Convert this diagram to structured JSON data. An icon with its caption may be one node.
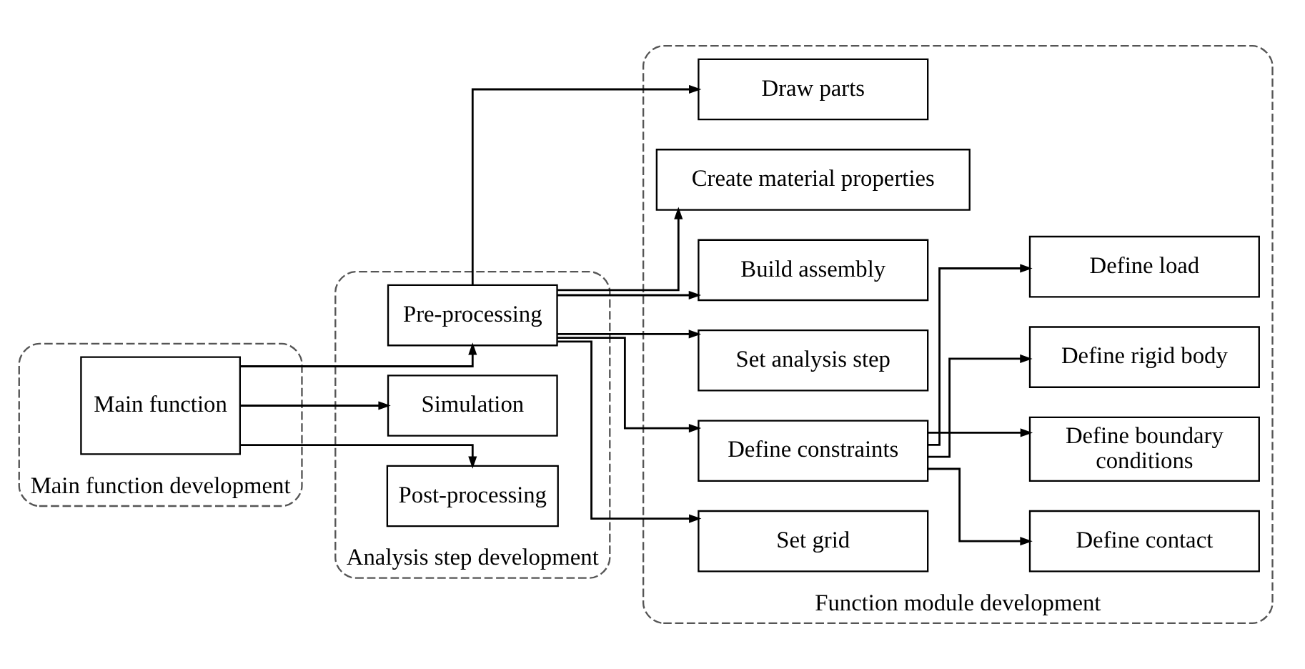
{
  "diagram": {
    "nodes": [
      {
        "text": [
          "Main function development"
        ]
      },
      {
        "text": [
          "Main function"
        ],
        "in": 0
      },
      {
        "text": [
          "Analysis step development"
        ]
      },
      {
        "text": [
          "Pre-processing"
        ],
        "in": 2
      },
      {
        "text": [
          "Simulation"
        ],
        "in": 2
      },
      {
        "text": [
          "Post-processing"
        ],
        "in": 2
      },
      {
        "text": [
          "Function module development"
        ]
      },
      {
        "text": [
          "Draw parts"
        ],
        "in": 6
      },
      {
        "text": [
          "Create material properties"
        ],
        "in": 6
      },
      {
        "text": [
          "Build assembly"
        ],
        "in": 6
      },
      {
        "text": [
          "Set analysis step"
        ],
        "in": 6
      },
      {
        "text": [
          "Define constraints"
        ],
        "in": 6
      },
      {
        "text": [
          "Set grid"
        ],
        "in": 6
      },
      {
        "text": [
          "Define contact"
        ],
        "in": 6
      },
      {
        "text": [
          "Define boundary conditions"
        ],
        "in": 6
      },
      {
        "text": [
          "Define rigid body"
        ],
        "in": 6
      },
      {
        "text": [
          "Define load"
        ],
        "in": 6
      }
    ],
    "edges": [
      {
        "from": 1,
        "to": 3,
        "arrow": "to"
      },
      {
        "from": 1,
        "to": 4,
        "arrow": "to"
      },
      {
        "from": 1,
        "to": 5,
        "arrow": "to"
      },
      {
        "from": 3,
        "to": 7,
        "arrow": "to"
      },
      {
        "from": 3,
        "to": 8,
        "arrow": "to"
      },
      {
        "from": 3,
        "to": 9,
        "arrow": "to"
      },
      {
        "from": 3,
        "to": 10,
        "arrow": "to"
      },
      {
        "from": 3,
        "to": 11,
        "arrow": "to"
      },
      {
        "from": 3,
        "to": 12,
        "arrow": "to"
      },
      {
        "from": 11,
        "to": 13,
        "arrow": "to"
      },
      {
        "from": 11,
        "to": 14,
        "arrow": "to"
      },
      {
        "from": 11,
        "to": 15,
        "arrow": "to"
      },
      {
        "from": 11,
        "to": 16,
        "arrow": "to"
      }
    ]
  }
}
